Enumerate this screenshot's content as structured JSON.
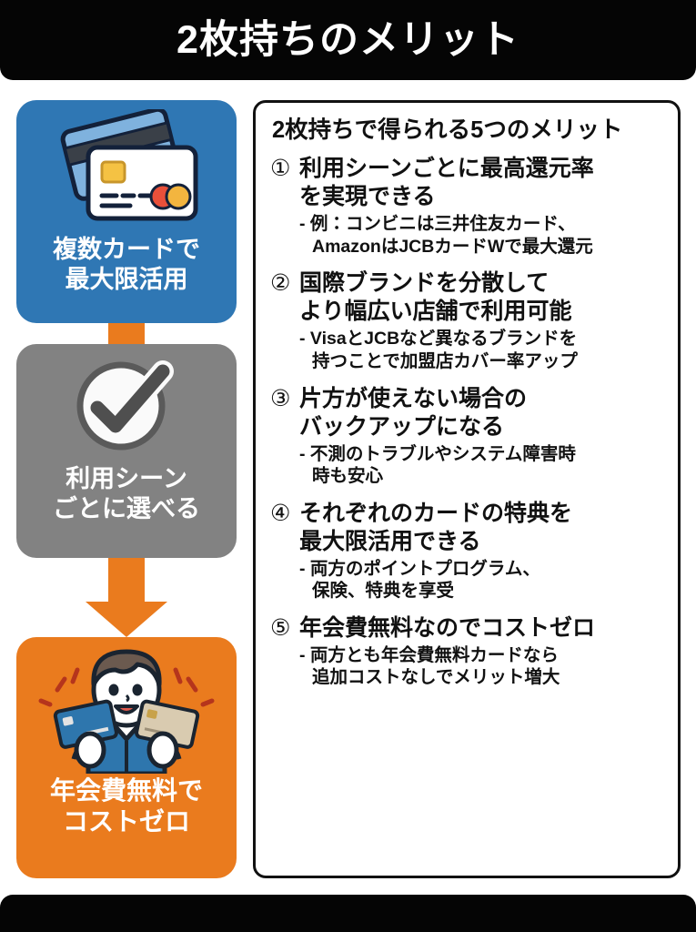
{
  "header": {
    "title": "2枚持ちのメリット"
  },
  "flow": {
    "cards": [
      {
        "icon": "credit-cards-icon",
        "color": "#2F77B4",
        "caption_line1": "複数カードで",
        "caption_line2": "最大限活用"
      },
      {
        "icon": "check-circle-icon",
        "color": "#828282",
        "caption_line1": "利用シーン",
        "caption_line2": "ごとに選べる"
      },
      {
        "icon": "person-two-cards-icon",
        "color": "#EA7B1E",
        "caption_line1": "年会費無料で",
        "caption_line2": "コストゼロ"
      }
    ],
    "connector_bar": "orange-connector-bar",
    "connector_arrow": "orange-down-arrow-icon"
  },
  "panel": {
    "heading": "2枚持ちで得られる5つのメリット",
    "merits": [
      {
        "number": "①",
        "title_line1": "利用シーンごとに最高還元率",
        "title_line2": "を実現できる",
        "sub_line1": "- 例：コンビニは三井住友カード、",
        "sub_line2": "AmazonはJCBカードWで最大還元"
      },
      {
        "number": "②",
        "title_line1": "国際ブランドを分散して",
        "title_line2": "より幅広い店舗で利用可能",
        "sub_line1": "- VisaとJCBなど異なるブランドを",
        "sub_line2": "持つことで加盟店カバー率アップ"
      },
      {
        "number": "③",
        "title_line1": "片方が使えない場合の",
        "title_line2": "バックアップになる",
        "sub_line1": "- 不測のトラブルやシステム障害時",
        "sub_line2": "時も安心"
      },
      {
        "number": "④",
        "title_line1": "それぞれのカードの特典を",
        "title_line2": "最大限活用できる",
        "sub_line1": "- 両方のポイントプログラム、",
        "sub_line2": "保険、特典を享受"
      },
      {
        "number": "⑤",
        "title_line1": "年会費無料なのでコストゼロ",
        "title_line2": "",
        "sub_line1": "- 両方とも年会費無料カードなら",
        "sub_line2": "追加コストなしでメリット増大"
      }
    ]
  },
  "colors": {
    "blue": "#2F77B4",
    "gray": "#828282",
    "orange": "#EA7B1E",
    "black": "#050505",
    "white": "#FFFFFF"
  }
}
